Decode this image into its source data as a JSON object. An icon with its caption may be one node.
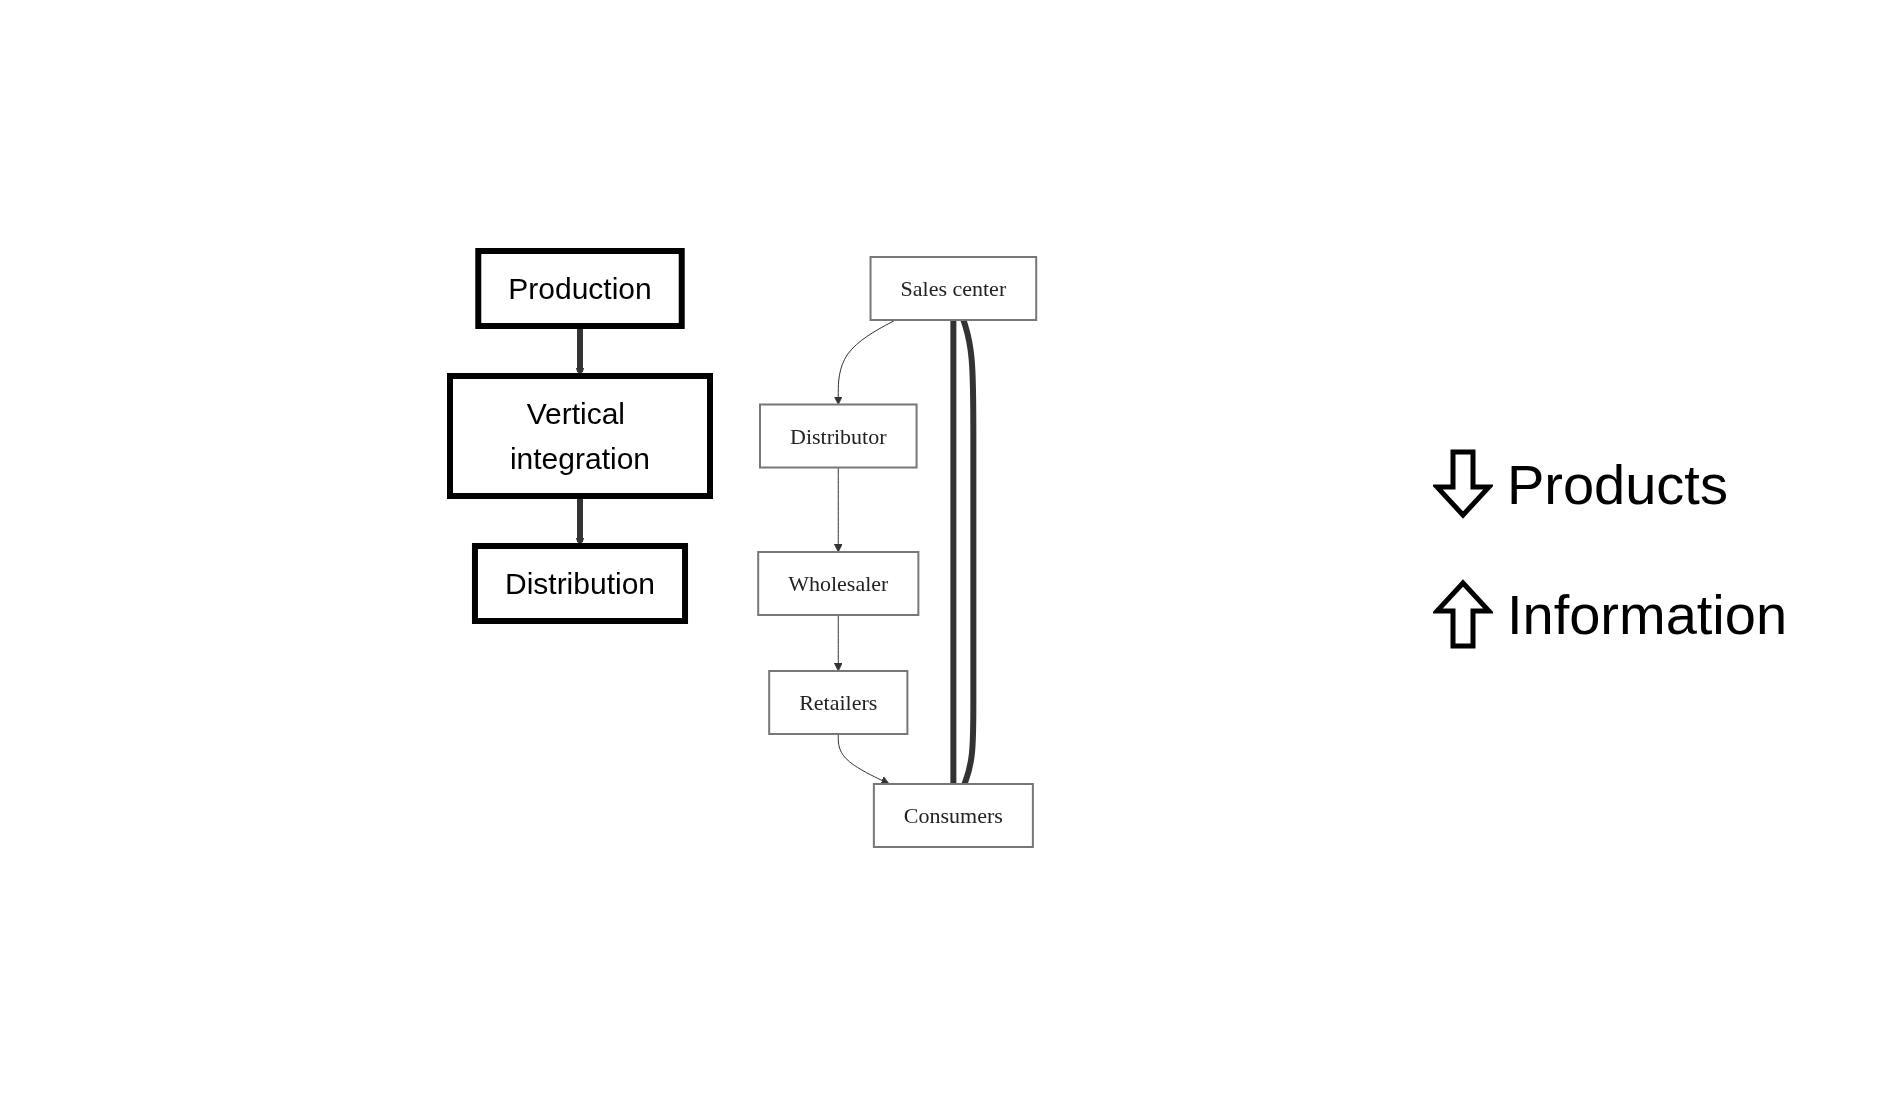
{
  "diagram": {
    "nodes": [
      {
        "text": [
          "Production"
        ]
      },
      {
        "text": [
          "Vertical integration"
        ]
      },
      {
        "text": [
          "Distribution"
        ]
      },
      {
        "text": [
          "Sales center"
        ]
      },
      {
        "text": [
          "Distributor"
        ]
      },
      {
        "text": [
          "Wholesaler"
        ]
      },
      {
        "text": [
          "Retailers"
        ]
      },
      {
        "text": [
          "Consumers"
        ]
      }
    ],
    "edges": [
      {
        "from": 0,
        "to": 1,
        "arrow": "to",
        "style": "thick"
      },
      {
        "from": 1,
        "to": 2,
        "arrow": "to",
        "style": "thick"
      },
      {
        "from": 3,
        "to": 4,
        "arrow": "to"
      },
      {
        "from": 4,
        "to": 5,
        "arrow": "to"
      },
      {
        "from": 5,
        "to": 6,
        "arrow": "to"
      },
      {
        "from": 6,
        "to": 7,
        "arrow": "to"
      },
      {
        "from": 3,
        "to": 7,
        "arrow": "none",
        "style": "thick"
      },
      {
        "from": 3,
        "to": 7,
        "arrow": "none",
        "style": "thick"
      }
    ],
    "labels": [
      "Products",
      "Information"
    ]
  }
}
